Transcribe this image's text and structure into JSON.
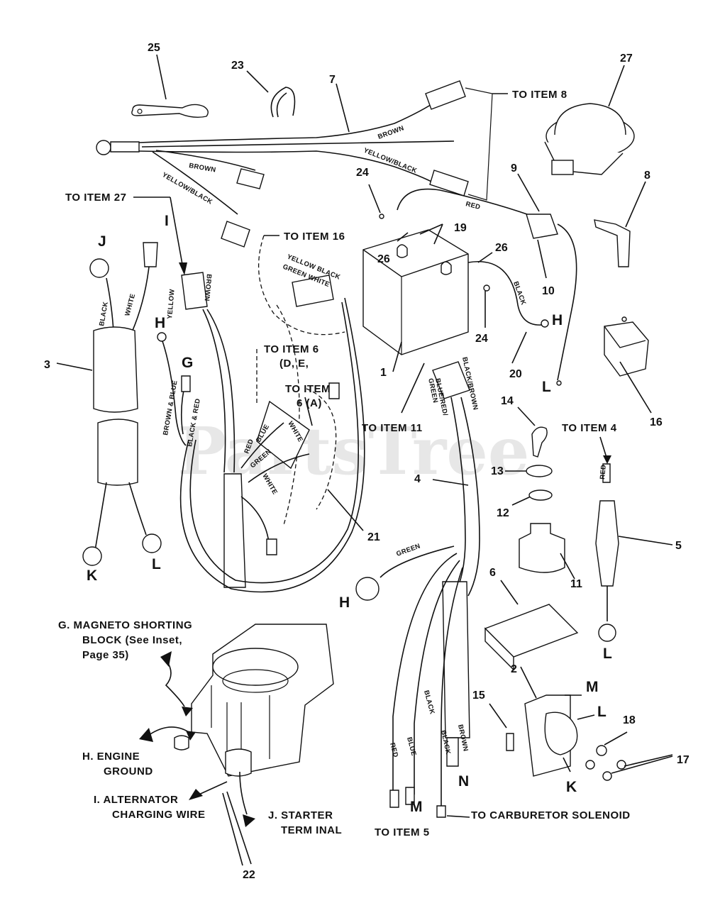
{
  "watermark": "PartsTree",
  "part_numbers": {
    "p25": "25",
    "p23": "23",
    "p7": "7",
    "p27": "27",
    "p24a": "24",
    "p9": "9",
    "p8": "8",
    "p19": "19",
    "p26a": "26",
    "p26b": "26",
    "p3": "3",
    "p24b": "24",
    "p10": "10",
    "p1": "1",
    "p20": "20",
    "p16": "16",
    "p14": "14",
    "p13": "13",
    "p4": "4",
    "p12": "12",
    "p5": "5",
    "p21": "21",
    "p11": "11",
    "p6": "6",
    "p2": "2",
    "p15": "15",
    "p18": "18",
    "p17": "17",
    "p22": "22"
  },
  "terminal_letters": {
    "J1": "J",
    "I1": "I",
    "H1": "H",
    "G1": "G",
    "K1": "K",
    "L1": "L",
    "H2": "H",
    "L2": "L",
    "H3": "H",
    "L3": "L",
    "M1": "M",
    "L4": "L",
    "K2": "K",
    "N1": "N",
    "M2": "M"
  },
  "callouts": {
    "to_item_8": "TO ITEM 8",
    "to_item_27": "TO ITEM 27",
    "to_item_16": "TO ITEM 16",
    "to_item_6_a": "TO ITEM 6",
    "to_item_6_a2": "(D, E,",
    "to_item_6_b": "TO ITEM",
    "to_item_6_b2": "6 (A)",
    "to_item_11": "TO ITEM 11",
    "to_item_4": "TO ITEM 4",
    "to_item_5": "TO ITEM 5",
    "to_carb": "TO CARBURETOR SOLENOID"
  },
  "legend": {
    "g_line1": "G.  MAGNETO SHORTING",
    "g_line2": "BLOCK (See Inset,",
    "g_line3": "Page 35)",
    "h_line1": "H.  ENGINE",
    "h_line2": "GROUND",
    "i_line1": "I.  ALTERNATOR",
    "i_line2": "CHARGING WIRE",
    "j_line1": "J.  STARTER",
    "j_line2": "TERM INAL"
  },
  "wire_labels": {
    "brown_a": "BROWN",
    "yellow_black_a": "YELLOW/BLACK",
    "red_a": "RED",
    "brown_b": "BROWN",
    "yellow_black_b": "YELLOW/BLACK",
    "black_a": "BLACK",
    "white_a": "WHITE",
    "yellow_a": "YELLOW",
    "brown_c": "BROWN",
    "yellow_black_green_white_1": "YELLOW  BLACK",
    "yellow_black_green_white_2": "GREEN  WHITE",
    "black_b": "BLACK",
    "brown_blue": "BROWN & BLUE",
    "black_red": "BLACK & RED",
    "red_b": "RED",
    "blue_a": "BLUE",
    "green_a": "GREEN",
    "white_b": "WHITE",
    "white_c": "WHITE",
    "green_b": "GREEN",
    "blue_red_1": "BLUE/RED/",
    "blue_red_2": "GREEN",
    "black_brown": "BLACK/BROWN",
    "green_c": "GREEN",
    "red_c": "RED",
    "red_d": "RED",
    "blue_b": "BLUE",
    "black_c": "BLACK",
    "brown_d": "BROWN",
    "black_d": "BLACK"
  }
}
